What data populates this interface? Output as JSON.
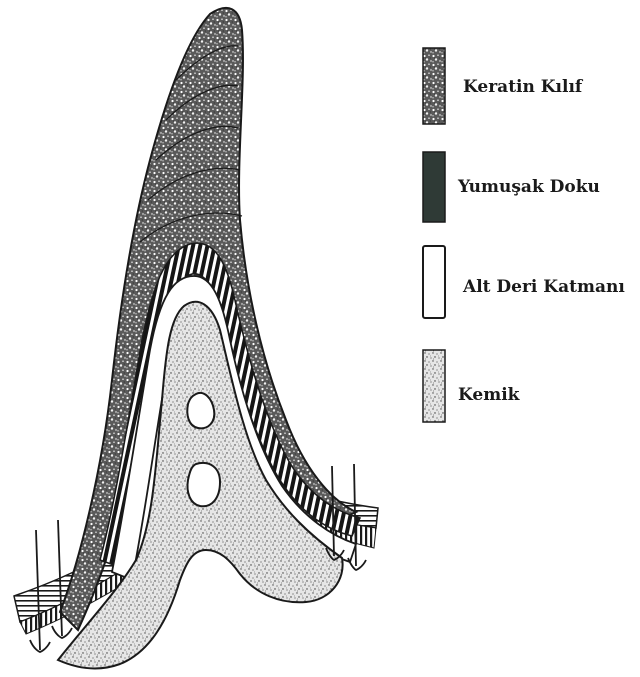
{
  "legend": {
    "items": [
      {
        "id": "keratin",
        "label": "Keratin Kılıf",
        "swatch": "keratin-texture"
      },
      {
        "id": "soft",
        "label": "Yumuşak Doku",
        "swatch": "dark-fill"
      },
      {
        "id": "hypodermis",
        "label": "Alt Deri Katmanı",
        "swatch": "white-fill"
      },
      {
        "id": "bone",
        "label": "Kemik",
        "swatch": "bone-stipple"
      }
    ]
  },
  "colors": {
    "ink": "#1a1a1a",
    "soft_tissue": "#2f3a36",
    "keratin_bg": "#6b6b6b",
    "bone_bg": "#d9d9d9",
    "paper": "#ffffff"
  }
}
